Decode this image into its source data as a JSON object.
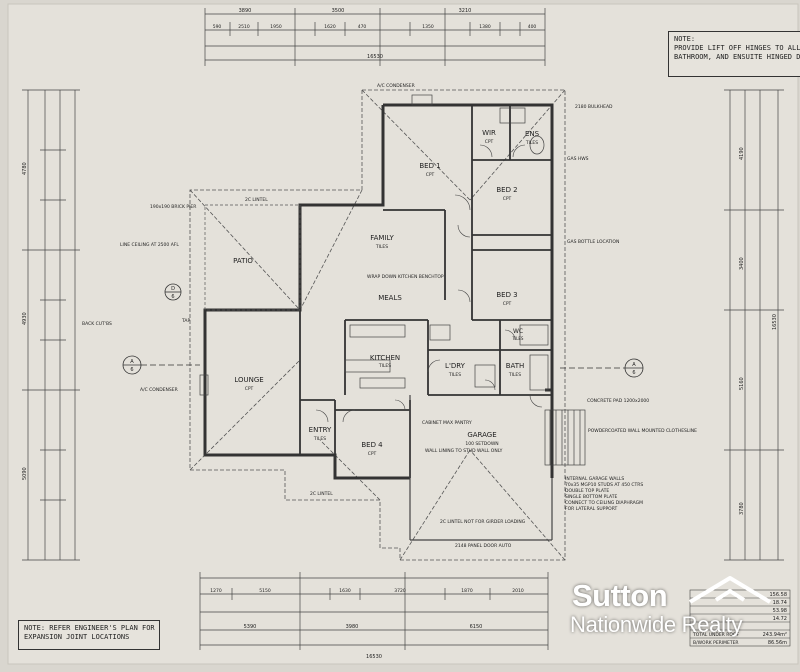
{
  "notes": {
    "top": [
      "NOTE:",
      "PROVIDE LIFT OFF HINGES TO ALL WC,",
      "BATHROOM, AND ENSUITE HINGED DOORS"
    ],
    "bottom": [
      "NOTE: REFER ENGINEER'S PLAN FOR",
      "EXPANSION JOINT LOCATIONS"
    ]
  },
  "rooms": {
    "bed1": {
      "name": "BED 1",
      "finish": "CPT"
    },
    "wir": {
      "name": "WIR",
      "finish": "CPT"
    },
    "ens": {
      "name": "ENS",
      "finish": "TILES"
    },
    "bed2": {
      "name": "BED 2",
      "finish": "CPT"
    },
    "bed3": {
      "name": "BED 3",
      "finish": "CPT"
    },
    "family": {
      "name": "FAMILY",
      "finish": "TILES"
    },
    "meals": {
      "name": "MEALS",
      "finish": ""
    },
    "kitchen": {
      "name": "KITCHEN",
      "finish": "TILES"
    },
    "patio": {
      "name": "PATIO",
      "finish": ""
    },
    "lounge": {
      "name": "LOUNGE",
      "finish": "CPT"
    },
    "ldry": {
      "name": "L'DRY",
      "finish": "TILES"
    },
    "bath": {
      "name": "BATH",
      "finish": "TILES"
    },
    "wc": {
      "name": "WC",
      "finish": "TILES"
    },
    "entry": {
      "name": "ENTRY",
      "finish": "TILES"
    },
    "bed4": {
      "name": "BED 4",
      "finish": "CPT"
    },
    "garage": {
      "name": "GARAGE",
      "finish": "100 SETDOWN"
    }
  },
  "annotations": {
    "ac_condenser_top": "A/C CONDENSER",
    "bulkhead": "2180 BULKHEAD",
    "gas_hws": "GAS HWS",
    "gas_bottle": "GAS BOTTLE LOCATION",
    "lintel_top": "2C LINTEL",
    "brick_pier": "190x190 BRICK PIER",
    "line_ceiling": "LINE CEILING AT 2500 AFL",
    "wrap_benchtop": "WRAP DOWN KITCHEN BENCHTOP",
    "back_cutbs": "BACK CUT'BS",
    "tap": "TAP",
    "ac_condenser_left": "A/C CONDENSER",
    "cabinet_pantry": "CABINET MAX PANTRY",
    "wall_lining": "WALL LINING TO STUD WALL ONLY",
    "concrete_pad": "CONCRETE PAD 1200x2000",
    "clothesline": "POWDERCOATED WALL MOUNTED CLOTHESLINE",
    "garage_walls": [
      "INTERNAL GARAGE WALLS",
      "70x35 MGP10 STUDS AT 450 CTRS",
      "DOUBLE TOP PLATE",
      "SINGLE BOTTOM PLATE",
      "CONNECT TO CEILING DIAPHRAGM",
      "FOR LATERAL SUPPORT"
    ],
    "lintel_girder": "2C LINTEL NOT FOR GIRDER LOADING",
    "panel_door": "2148 PANEL DOOR AUTO",
    "lintel_bottom": "2C LINTEL",
    "section_label": "A",
    "section_num": "6",
    "detail_label": "D",
    "detail_num": "6"
  },
  "dimensions": {
    "top_total": "16530",
    "top_row1": [
      "3890",
      "3500",
      "3210"
    ],
    "top_row2": [
      "590",
      "2510",
      "1950",
      "1620",
      "470",
      "1350",
      "1380",
      "400"
    ],
    "bottom_total": "16530",
    "bottom_row1": [
      "5390",
      "3980",
      "6150"
    ],
    "bottom_row2": [
      "1270",
      "5150",
      "1630",
      "3720",
      "1870",
      "2010"
    ],
    "right_total": "16530",
    "left_dims": [
      "4780",
      "4930",
      "5090"
    ],
    "right_dims": [
      "4190",
      "3400",
      "5160",
      "3780"
    ]
  },
  "area_table": {
    "rows": [
      "156.58",
      "18.74",
      "53.98",
      "14.72"
    ],
    "total_label": "TOTAL UNDER ROOF",
    "total_value": "243.94m²",
    "perimeter_label": "B/WORK PERIMETER",
    "perimeter_value": "86.56m"
  },
  "brand": {
    "name": "Sutton",
    "sub": "Nationwide Realty"
  }
}
